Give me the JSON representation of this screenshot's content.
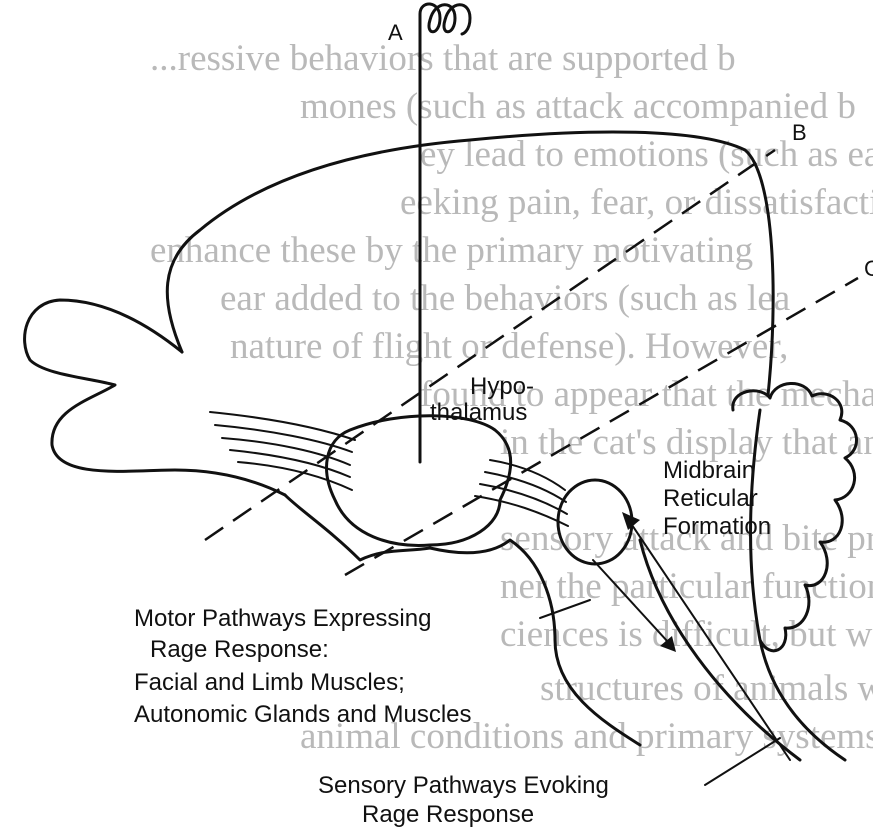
{
  "background_text": [
    "...ressive behaviors that are supported b",
    "mones (such as attack accompanied b",
    "ey lead to emotions (such as eating,",
    "eeking pain, fear, or dissatisfaction).",
    "enhance these by the primary motivating",
    "ear added to the behaviors (such as lea",
    "nature of flight or defense). However,",
    "found to appear that the mechanism",
    "in the cat's display that animals",
    "sensory attack and bite prey do not",
    "ner the particular functions of these",
    "ciences is difficult, but we are close",
    "structures of animals within an",
    "animal conditions and primary systems of"
  ],
  "labels": {
    "a": "A",
    "b": "B",
    "c": "C",
    "hypothalamus_line1": "Hypo-",
    "hypothalamus_line2": "thalamus",
    "midbrain_line1": "Midbrain",
    "midbrain_line2": "Reticular",
    "midbrain_line3": "Formation",
    "motor_line1": "Motor Pathways Expressing",
    "motor_line2": "Rage Response:",
    "motor_line3": "Facial and Limb Muscles;",
    "motor_line4": "Autonomic Glands and Muscles",
    "sensory_line1": "Sensory Pathways Evoking",
    "sensory_line2": "Rage Response"
  }
}
